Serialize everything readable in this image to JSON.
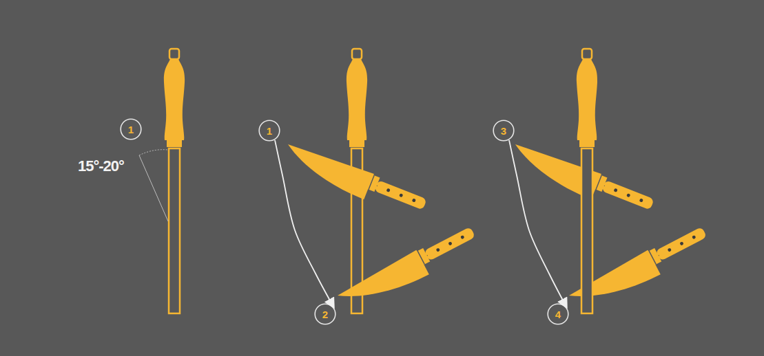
{
  "diagram": {
    "nodes": [
      {
        "text": [
          "1"
        ]
      },
      {
        "text": [
          "1"
        ]
      },
      {
        "text": [
          "2"
        ]
      },
      {
        "text": [
          "3"
        ]
      },
      {
        "text": [
          "4"
        ]
      }
    ],
    "edges": [
      {
        "from": 1,
        "to": 2,
        "arrow": "to"
      },
      {
        "from": 3,
        "to": 4,
        "arrow": "to"
      }
    ],
    "labels": [
      "15°-20°"
    ]
  }
}
